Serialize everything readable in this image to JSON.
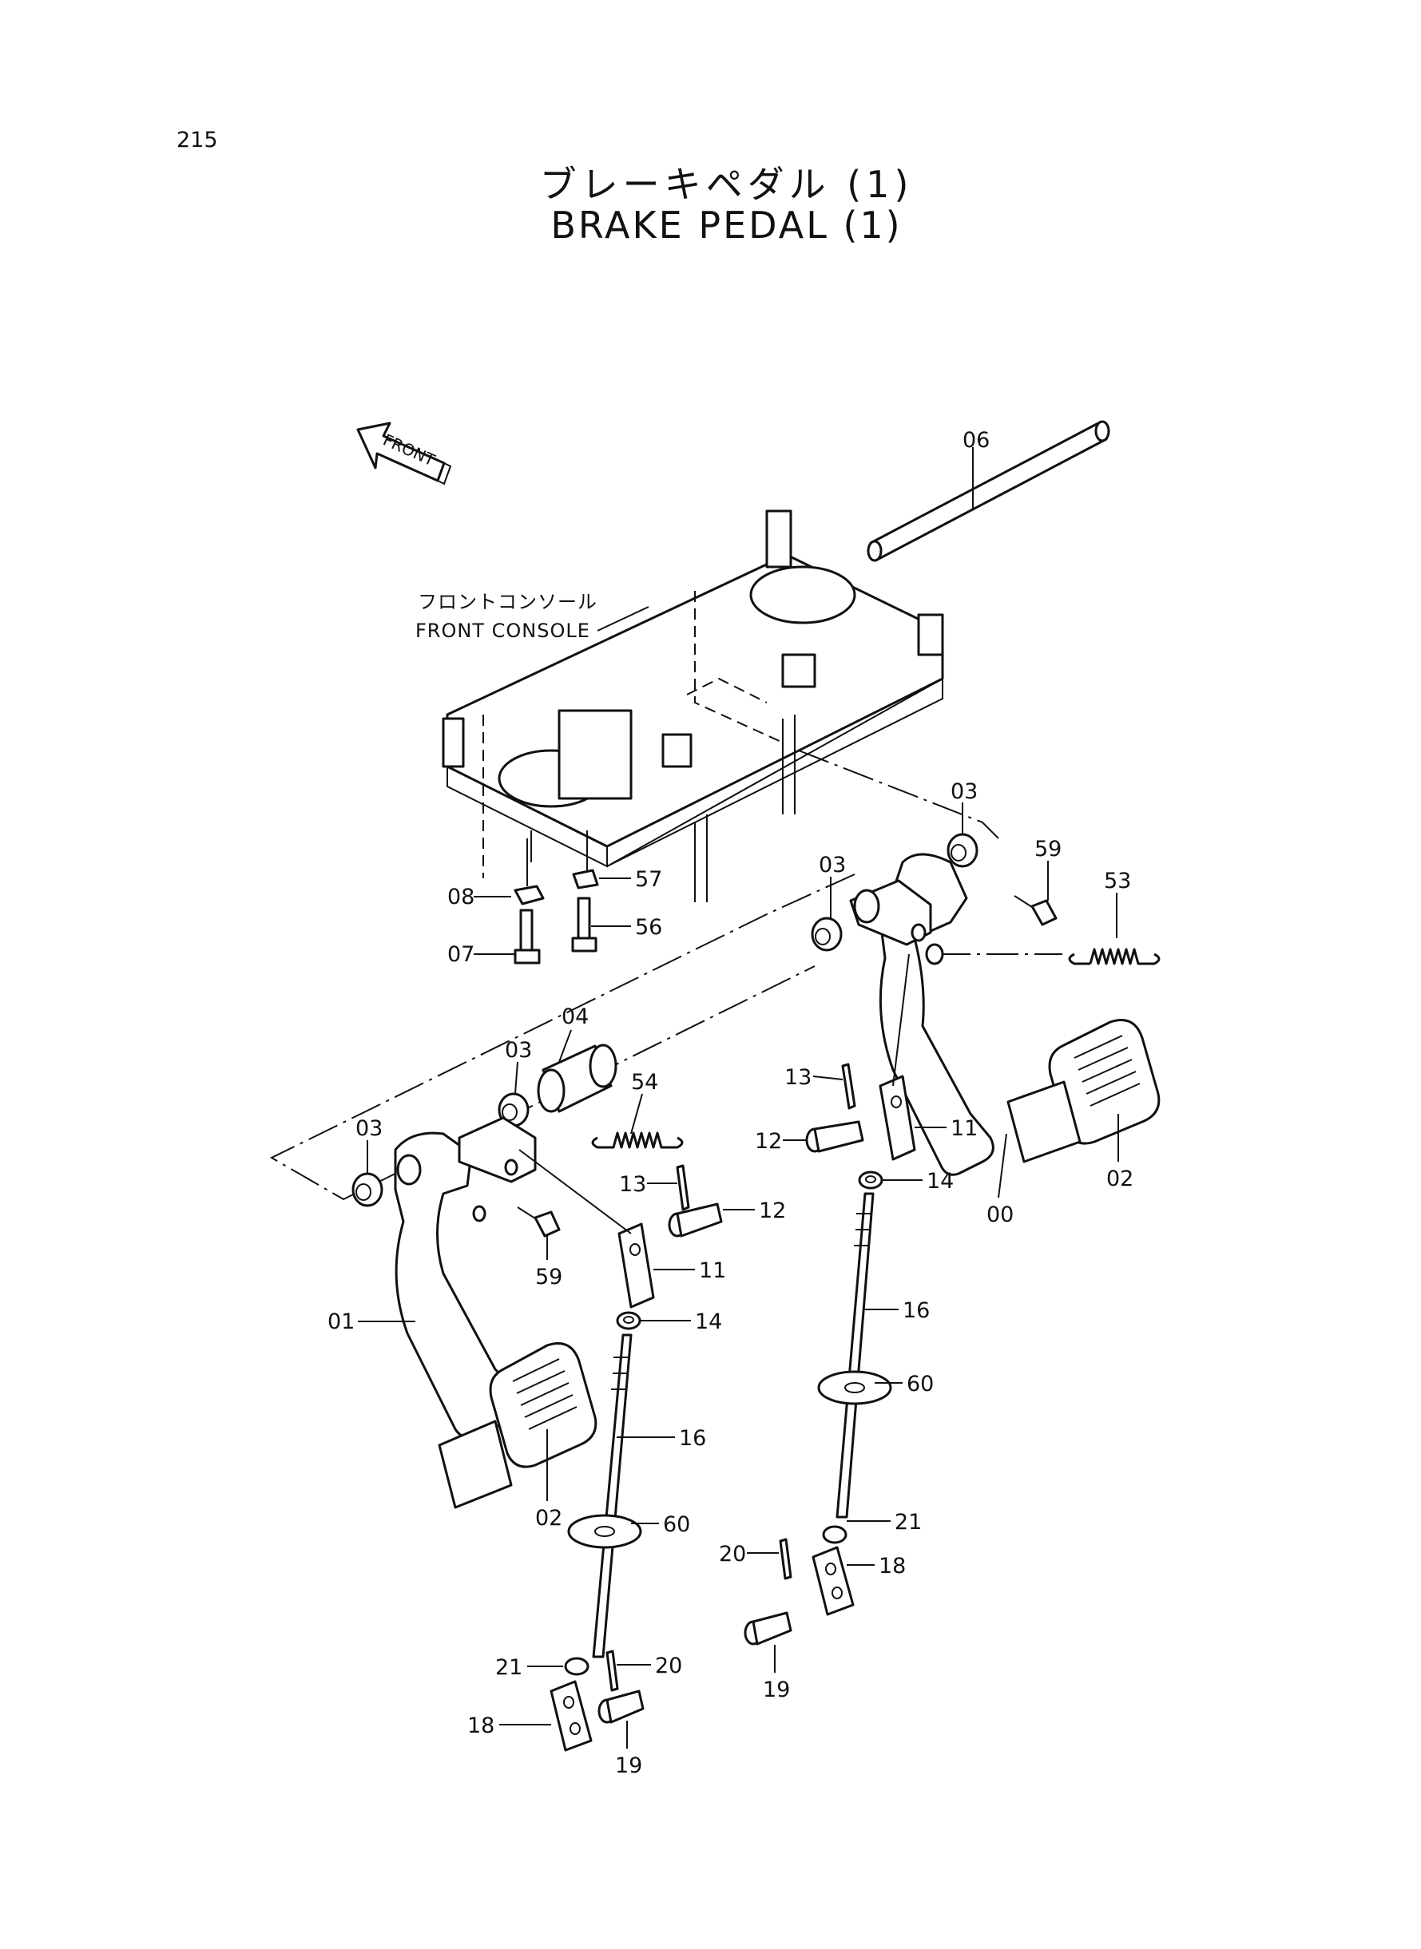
{
  "page_number": "215",
  "title_jp": "ブレーキペダル (1)",
  "title_en": "BRAKE  PEDAL  (1)",
  "front_arrow": {
    "label": "FRONT",
    "icon": "front-arrow-icon"
  },
  "console_caption": {
    "jp": "フロントコンソール",
    "en": "FRONT CONSOLE"
  },
  "part_labels": [
    {
      "id": "06",
      "name": "shaft"
    },
    {
      "id": "03",
      "name": "bushing-upper-right"
    },
    {
      "id": "59",
      "name": "grease-fitting-right"
    },
    {
      "id": "53",
      "name": "spring-right"
    },
    {
      "id": "03",
      "name": "bushing-mid"
    },
    {
      "id": "08",
      "name": "nut"
    },
    {
      "id": "57",
      "name": "nut-2"
    },
    {
      "id": "07",
      "name": "bolt"
    },
    {
      "id": "56",
      "name": "bolt-2"
    },
    {
      "id": "04",
      "name": "collar"
    },
    {
      "id": "03",
      "name": "bushing-left-upper"
    },
    {
      "id": "54",
      "name": "spring-left"
    },
    {
      "id": "03",
      "name": "bushing-left"
    },
    {
      "id": "13",
      "name": "pin-right"
    },
    {
      "id": "12",
      "name": "clevis-pin-right"
    },
    {
      "id": "11",
      "name": "clevis-right"
    },
    {
      "id": "14",
      "name": "nut-right"
    },
    {
      "id": "02",
      "name": "pedal-pad-right"
    },
    {
      "id": "00",
      "name": "pedal-right"
    },
    {
      "id": "13",
      "name": "pin-left"
    },
    {
      "id": "12",
      "name": "clevis-pin-left"
    },
    {
      "id": "11",
      "name": "clevis-left"
    },
    {
      "id": "59",
      "name": "grease-fitting-left"
    },
    {
      "id": "14",
      "name": "nut-left"
    },
    {
      "id": "01",
      "name": "pedal-left"
    },
    {
      "id": "16",
      "name": "rod-right"
    },
    {
      "id": "60",
      "name": "boot-right"
    },
    {
      "id": "02",
      "name": "pedal-pad-left"
    },
    {
      "id": "16",
      "name": "rod-left"
    },
    {
      "id": "60",
      "name": "boot-left"
    },
    {
      "id": "21",
      "name": "nut-lower-right"
    },
    {
      "id": "20",
      "name": "cotter-pin-right"
    },
    {
      "id": "18",
      "name": "yoke-right"
    },
    {
      "id": "19",
      "name": "pin-lower-right"
    },
    {
      "id": "21",
      "name": "nut-lower-left"
    },
    {
      "id": "20",
      "name": "cotter-pin-left"
    },
    {
      "id": "18",
      "name": "yoke-left"
    },
    {
      "id": "19",
      "name": "pin-lower-left"
    }
  ]
}
